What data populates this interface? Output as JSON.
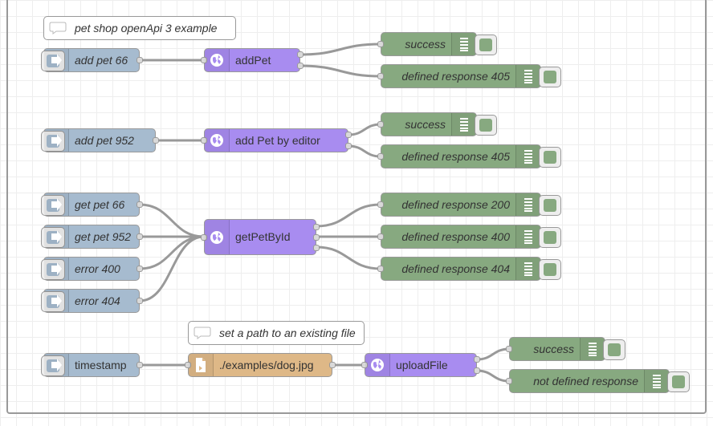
{
  "colors": {
    "inject": "#a6bbcf",
    "openapi": "#a88cf0",
    "debug": "#87a980",
    "file": "#deb887",
    "wire": "#999999",
    "port": "#d9d9d9"
  },
  "flow": {
    "comments": {
      "pet_shop": "pet shop openApi 3 example",
      "set_path": "set a path to an existing file"
    },
    "inject": {
      "add_pet_66": "add pet 66",
      "add_pet_952": "add pet 952",
      "get_pet_66": "get pet 66",
      "get_pet_952": "get pet 952",
      "error_400": "error 400",
      "error_404": "error 404",
      "timestamp": "timestamp"
    },
    "openapi": {
      "add_pet": "addPet",
      "add_pet_editor": "add Pet by editor",
      "get_pet_by_id": "getPetById",
      "upload_file": "uploadFile"
    },
    "file": {
      "dog_jpg": "./examples/dog.jpg"
    },
    "debug": {
      "success_1": "success",
      "response_405_1": "defined response 405",
      "success_2": "success",
      "response_405_2": "defined response 405",
      "response_200": "defined response 200",
      "response_400": "defined response 400",
      "response_404": "defined response 404",
      "success_3": "success",
      "not_defined": "not defined response"
    },
    "icons": {
      "inject": "arrow-in-icon",
      "openapi": "globe-icon",
      "debug": "list-icon",
      "file": "file-icon",
      "comment": "speech-bubble-icon"
    }
  }
}
